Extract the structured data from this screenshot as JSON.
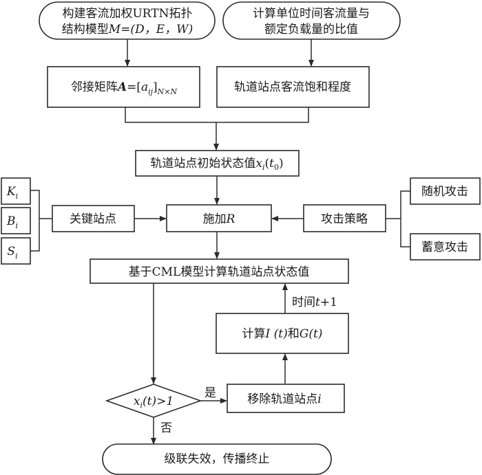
{
  "diagram": {
    "nodes": {
      "build_model": {
        "line1": "构建客流加权URTN拓扑",
        "line2_prefix": "结构模型",
        "line2_math": "M=(D，E，W)"
      },
      "ratio": {
        "line1": "计算单位时间客流量与",
        "line2": "额定负载量的比值"
      },
      "adjacency": {
        "prefix": "邻接矩阵",
        "matrix_symbol": "A",
        "equals": "=[",
        "element": "a",
        "element_sub": "ij",
        "close": "]",
        "size_sub": "N×N"
      },
      "saturation": {
        "label": "轨道站点客流饱和程度"
      },
      "initial_state": {
        "prefix": "轨道站点初始状态值",
        "var": "x",
        "var_sub": "i",
        "paren_open": "(",
        "arg": "t",
        "arg_sub": "0",
        "paren_close": ")"
      },
      "key_stations": {
        "label": "关键站点"
      },
      "k_i": {
        "var": "K",
        "sub": "i"
      },
      "b_i": {
        "var": "B",
        "sub": "i"
      },
      "s_i": {
        "var": "S",
        "sub": "i"
      },
      "apply_r": {
        "prefix": "施加",
        "var": "R"
      },
      "attack_strategy": {
        "label": "攻击策略"
      },
      "random_attack": {
        "label": "随机攻击"
      },
      "deliberate_attack": {
        "label": "蓄意攻击"
      },
      "cml_compute": {
        "label": "基于CML模型计算轨道站点状态值"
      },
      "compute_ig": {
        "prefix": "计算",
        "i_var": "I",
        "i_arg": " (t)",
        "mid": "和",
        "g_var": "G",
        "g_arg": "(t)"
      },
      "decision": {
        "var": "x",
        "sub": "i",
        "rest": "(t)>1"
      },
      "remove_station": {
        "prefix": "移除轨道站点",
        "var": "i"
      },
      "terminate": {
        "label": "级联失效，传播终止"
      }
    },
    "edge_labels": {
      "time_step": {
        "prefix": "时间",
        "var": "t",
        "rest": "+1"
      },
      "yes": "是",
      "no": "否"
    }
  }
}
